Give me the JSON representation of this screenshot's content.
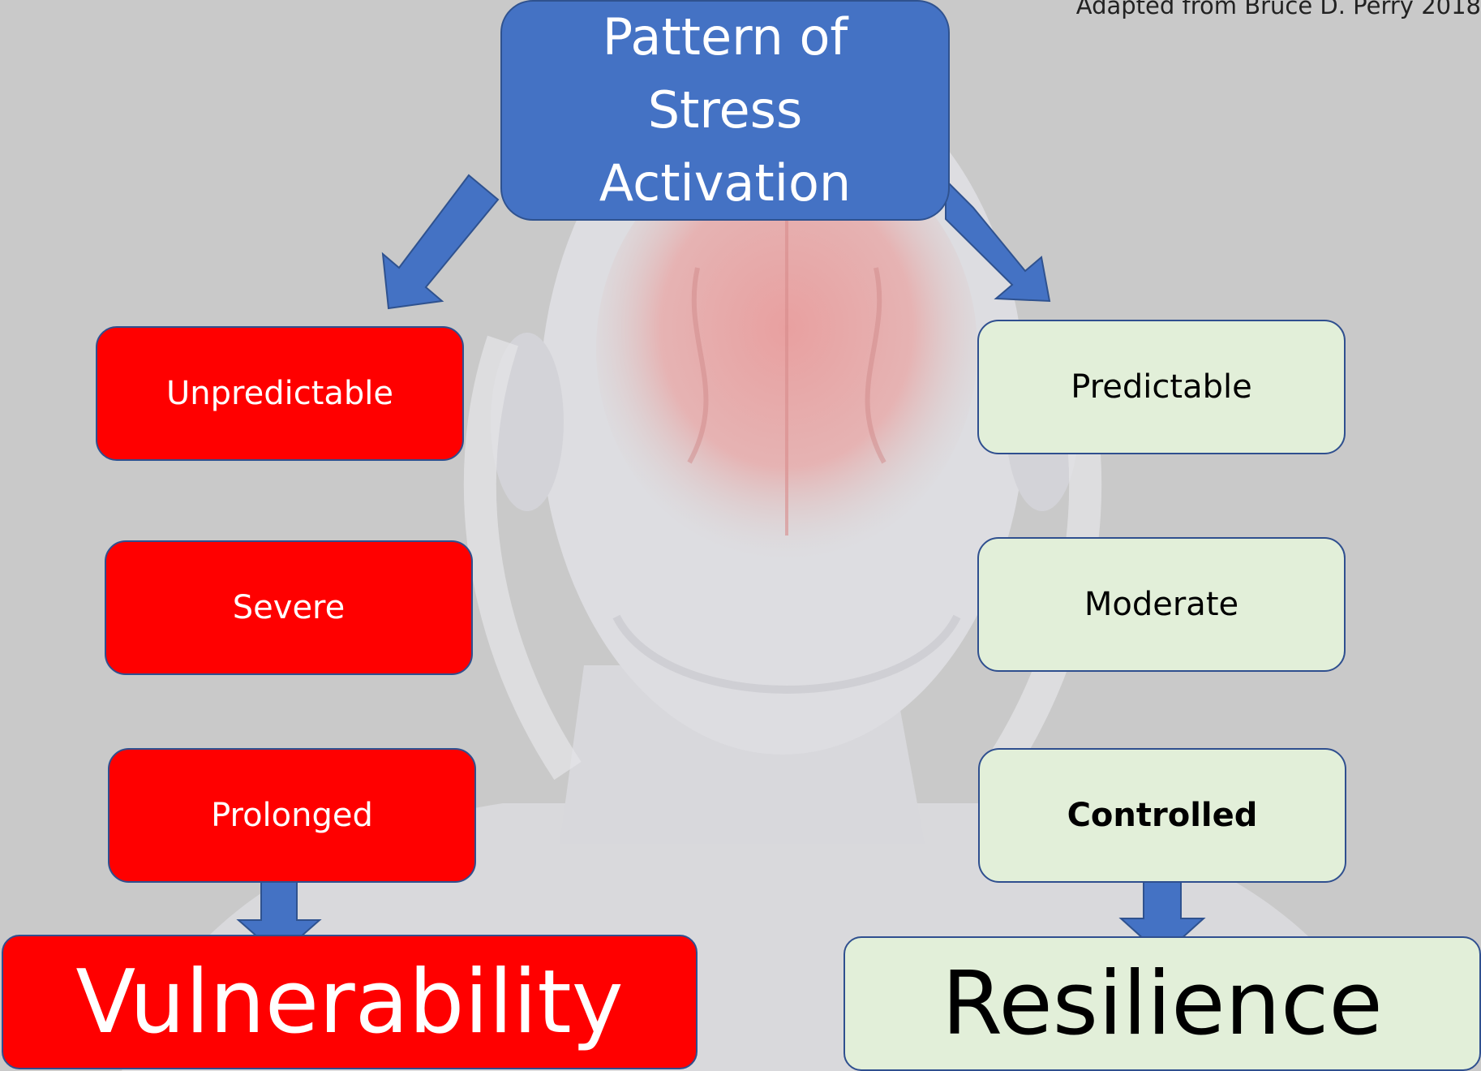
{
  "title": {
    "lines": [
      "Pattern of",
      "Stress",
      "Activation"
    ]
  },
  "credit": "Adapted from Bruce D. Perry 2018",
  "left_column": {
    "items": [
      "Unpredictable",
      "Severe",
      "Prolonged"
    ],
    "outcome": "Vulnerability",
    "color": "#ff0000"
  },
  "right_column": {
    "items": [
      "Predictable",
      "Moderate",
      "Controlled"
    ],
    "outcome": "Resilience",
    "color": "#e2efd9"
  },
  "colors": {
    "arrow": "#4472c4",
    "border": "#2f528f",
    "background": "#c9c9c9"
  },
  "background_image": "head-with-brain-illustration"
}
